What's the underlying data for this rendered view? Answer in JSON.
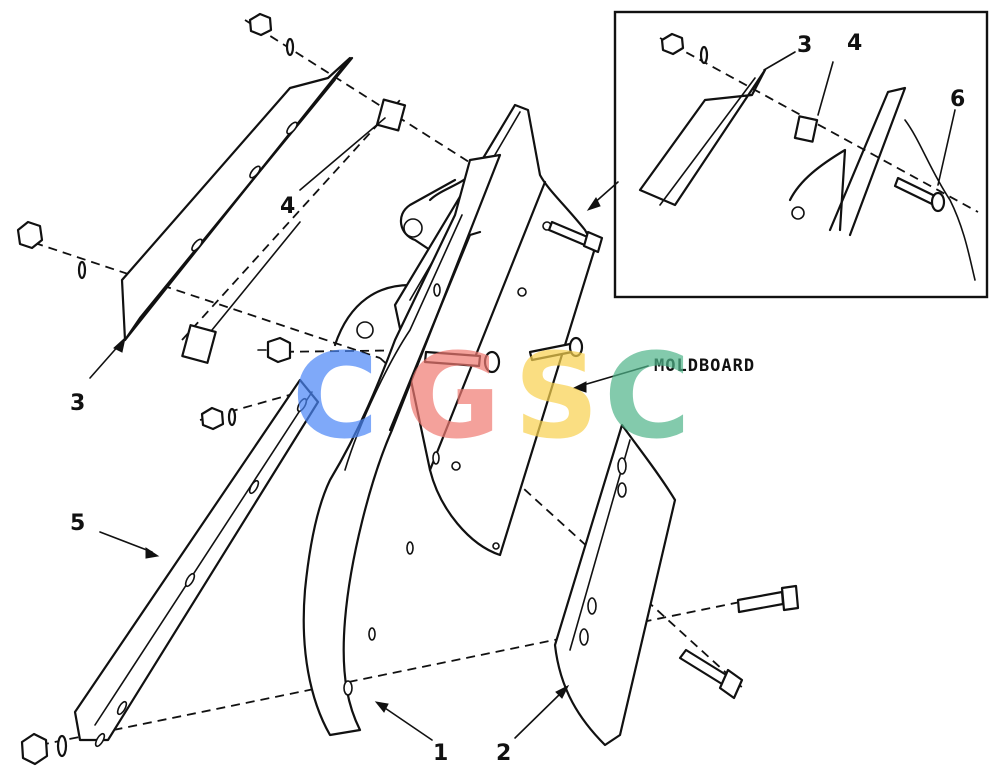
{
  "callouts": {
    "c1": "1",
    "c2": "2",
    "c3_main": "3",
    "c4_main": "4",
    "c5": "5",
    "c3_inset": "3",
    "c4_inset": "4",
    "c6_inset": "6"
  },
  "label_moldboard": "MOLDBOARD",
  "watermark": {
    "letters": [
      "C",
      "G",
      "S",
      "C"
    ],
    "colors": [
      "#4a86f7",
      "#f07a72",
      "#f8d14e",
      "#4fb58a"
    ]
  }
}
